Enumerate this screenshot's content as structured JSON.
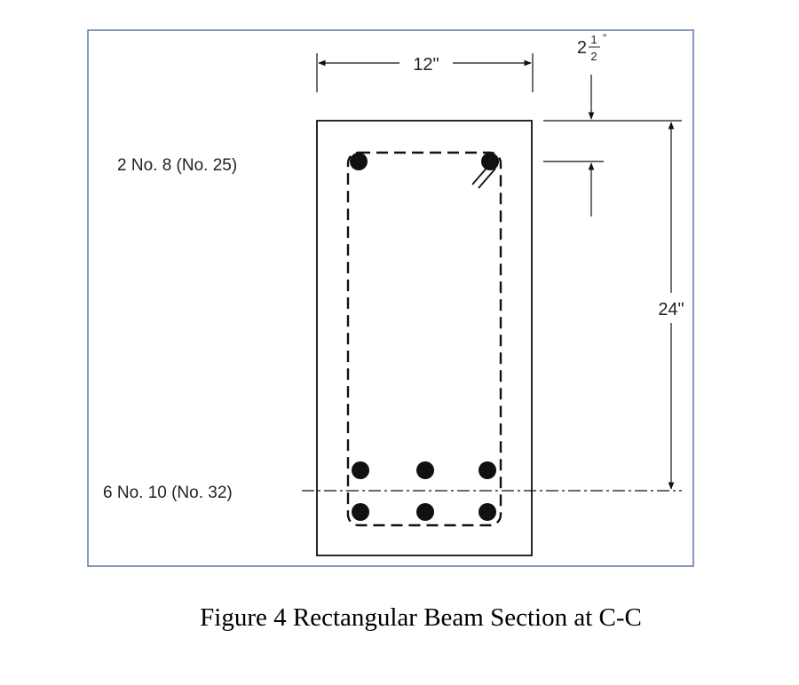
{
  "diagram": {
    "width_label": "12\"",
    "cover_whole": "2",
    "cover_num": "1",
    "cover_den": "2",
    "cover_unit": "\"",
    "depth_label": "24\"",
    "top_bars_label": "2 No. 8 (No. 25)",
    "bottom_bars_label": "6 No. 10 (No. 32)"
  },
  "caption": "Figure 4 Rectangular Beam Section at C-C",
  "colors": {
    "frame_border": "#5a78a8",
    "ink": "#111111"
  }
}
